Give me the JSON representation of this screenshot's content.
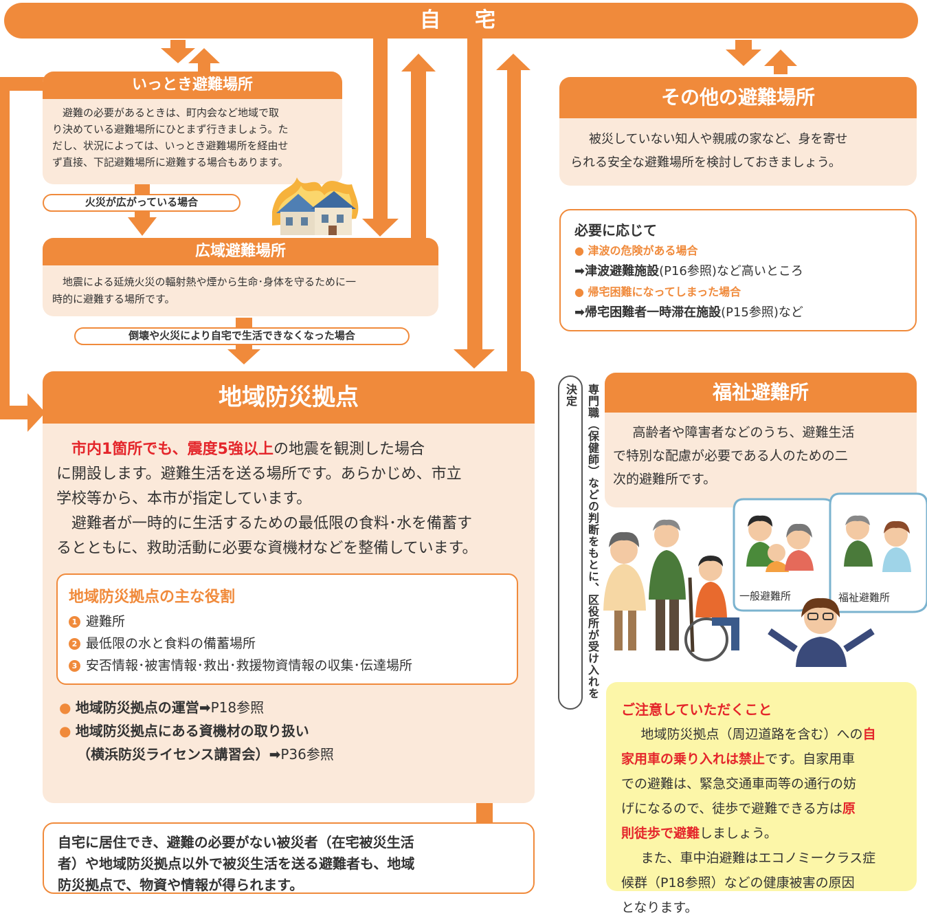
{
  "home": {
    "label": "自　宅"
  },
  "temp": {
    "title": "いっとき避難場所",
    "lines": [
      "避難の必要があるときは、町内会など地域で取",
      "り決めている避難場所にひとまず行きましょう。た",
      "だし、状況によっては、いっとき避難場所を経由せ",
      "ず直接、下記避難場所に避難する場合もあります。"
    ]
  },
  "fire_label": "火災が広がっている場合",
  "wide": {
    "title": "広域避難場所",
    "lines": [
      "地震による延焼火災の輻射熱や煙から生命･身体を守るために一",
      "時的に避難する場所です。"
    ]
  },
  "collapse_label": "倒壊や火災により自宅で生活できなくなった場合",
  "base": {
    "title": "地域防災拠点",
    "p1_red": "市内1箇所でも、震度5強以上",
    "p1_rest": "の地震を観測した場合",
    "p1_l2": "に開設します。避難生活を送る場所です。あらかじめ、市立",
    "p1_l3": "学校等から、本市が指定しています。",
    "p2_l1": "避難者が一時的に生活するための最低限の食料･水を備蓄す",
    "p2_l2": "るとともに、救助活動に必要な資機材などを整備しています。",
    "roles_title": "地域防災拠点の主な役割",
    "roles": [
      {
        "num": "1",
        "text": "避難所"
      },
      {
        "num": "2",
        "text": "最低限の水と食料の備蓄場所"
      },
      {
        "num": "3",
        "text": "安否情報･被害情報･救出･救援物資情報の収集･伝達場所"
      }
    ],
    "op_bold": "地域防災拠点の運営",
    "op_ref": "P18参照",
    "eq_bold": "地域防災拠点にある資機材の取り扱い",
    "eq_bold2": "（横浜防災ライセンス講習会）",
    "eq_ref": "P36参照"
  },
  "bottom": {
    "lines": [
      "自宅に居住でき、避難の必要がない被災者（在宅被災生活",
      "者）や地域防災拠点以外で被災生活を送る避難者も、地域",
      "防災拠点で、物資や情報が得られます。"
    ]
  },
  "other": {
    "title": "その他の避難場所",
    "lines": [
      "被災していない知人や親戚の家など、身を寄せ",
      "られる安全な避難場所を検討しておきましょう。"
    ]
  },
  "needs": {
    "title": "必要に応じて",
    "tsunami_label": "津波の危険がある場合",
    "tsunami_bold": "津波避難施設",
    "tsunami_rest": "(P16参照)など高いところ",
    "return_label": "帰宅困難になってしまった場合",
    "return_bold": "帰宅困難者一時滞在施設",
    "return_rest": "(P15参照)など"
  },
  "vertical_label": "専門職（保健師）などの判断をもとに、区役所が受け入れを決定",
  "welfare": {
    "title": "福祉避難所",
    "lines": [
      "高齢者や障害者などのうち、避難生活",
      "で特別な配慮が必要である人のための二",
      "次的避難所です。"
    ]
  },
  "illustration": {
    "bubble_left": "一般避難所",
    "bubble_right": "福祉避難所"
  },
  "caution": {
    "title": "ご注意していただくこと",
    "t1": "地域防災拠点（周辺道路を含む）への",
    "t1_red": "自",
    "t2_red": "家用車の乗り入れは禁止",
    "t2": "です。自家用車",
    "t3": "での避難は、緊急交通車両等の通行の妨",
    "t4": "げになるので、徒歩で避難できる方は",
    "t4_red": "原",
    "t5_red": "則徒歩で避難",
    "t5": "しましょう。",
    "t6": "また、車中泊避難はエコノミークラス症",
    "t7": "候群（P18参照）などの健康被害の原因",
    "t8": "となります。"
  },
  "colors": {
    "orange": "#f08a3b",
    "box_fill": "#fbe9da",
    "red": "#e4262b",
    "caution_fill": "#fcf6a8"
  }
}
